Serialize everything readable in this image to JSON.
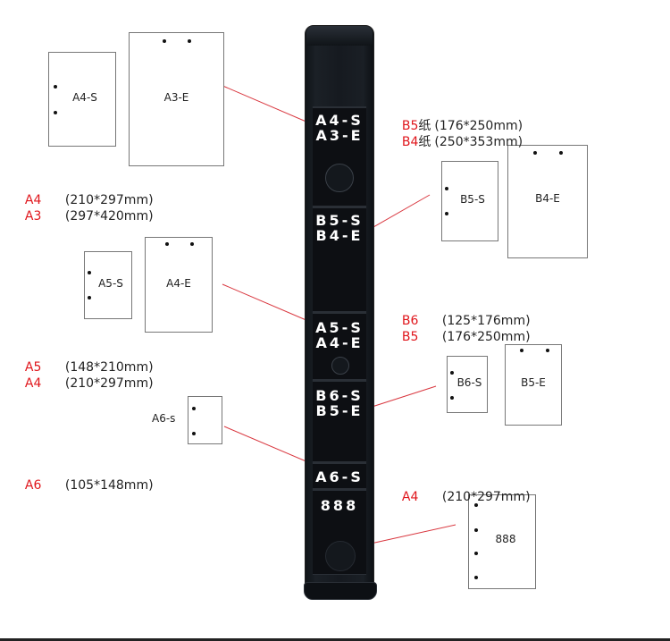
{
  "colors": {
    "accent": "#e0161c",
    "ruler": "#14181d",
    "line": "#d9363e"
  },
  "groups": {
    "a4a3": {
      "sheets": {
        "small": "A4-S",
        "large": "A3-E"
      },
      "sizes": [
        {
          "code": "A4",
          "dims": "(210*297mm)"
        },
        {
          "code": "A3",
          "dims": "(297*420mm)"
        }
      ]
    },
    "b5b4": {
      "sheets": {
        "small": "B5-S",
        "large": "B4-E"
      },
      "sizes": [
        {
          "code": "B5",
          "suffix": "纸",
          "dims": "(176*250mm)"
        },
        {
          "code": "B4",
          "suffix": "纸",
          "dims": "(250*353mm)"
        }
      ]
    },
    "a5a4": {
      "sheets": {
        "small": "A5-S",
        "large": "A4-E"
      },
      "sizes": [
        {
          "code": "A5",
          "dims": "(148*210mm)"
        },
        {
          "code": "A4",
          "dims": "(210*297mm)"
        }
      ]
    },
    "b6b5": {
      "sheets": {
        "small": "B6-S",
        "large": "B5-E"
      },
      "sizes": [
        {
          "code": "B6",
          "dims": "(125*176mm)"
        },
        {
          "code": "B5",
          "dims": "(176*250mm)"
        }
      ]
    },
    "a6": {
      "sheets": {
        "small": "A6-s"
      },
      "sizes": [
        {
          "code": "A6",
          "dims": "(105*148mm)"
        }
      ]
    },
    "g888": {
      "sheets": {
        "small": "888"
      },
      "sizes": [
        {
          "code": "A4",
          "dims": "(210*297mm)"
        }
      ]
    }
  },
  "ruler": {
    "slots": [
      {
        "line1": "A4-S",
        "line2": "A3-E"
      },
      {
        "line1": "B5-S",
        "line2": "B4-E"
      },
      {
        "line1": "A5-S",
        "line2": "A4-E"
      },
      {
        "line1": "B6-S",
        "line2": "B5-E"
      },
      {
        "line1": "A6-S"
      },
      {
        "line1": "888"
      }
    ]
  }
}
